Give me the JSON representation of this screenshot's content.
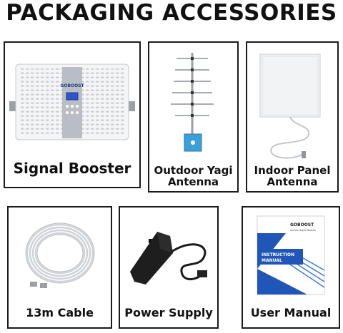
{
  "header": {
    "title": "PACKAGING ACCESSORIES"
  },
  "items": [
    {
      "lines": [
        "Signal Booster"
      ]
    },
    {
      "lines": [
        "Outdoor Yagi",
        "Antenna"
      ]
    },
    {
      "lines": [
        "Indoor Panel",
        "Antenna"
      ]
    },
    {
      "lines": [
        "13m Cable"
      ]
    },
    {
      "lines": [
        "Power Supply"
      ]
    },
    {
      "lines": [
        "User Manual"
      ]
    }
  ],
  "booster": {
    "brand": "GOBOOST"
  },
  "manual": {
    "brand": "GOBOOST",
    "subtitle": "Cellular Signal Booster",
    "heading_line1": "INSTRUCTION",
    "heading_line2": "MANUAL"
  }
}
